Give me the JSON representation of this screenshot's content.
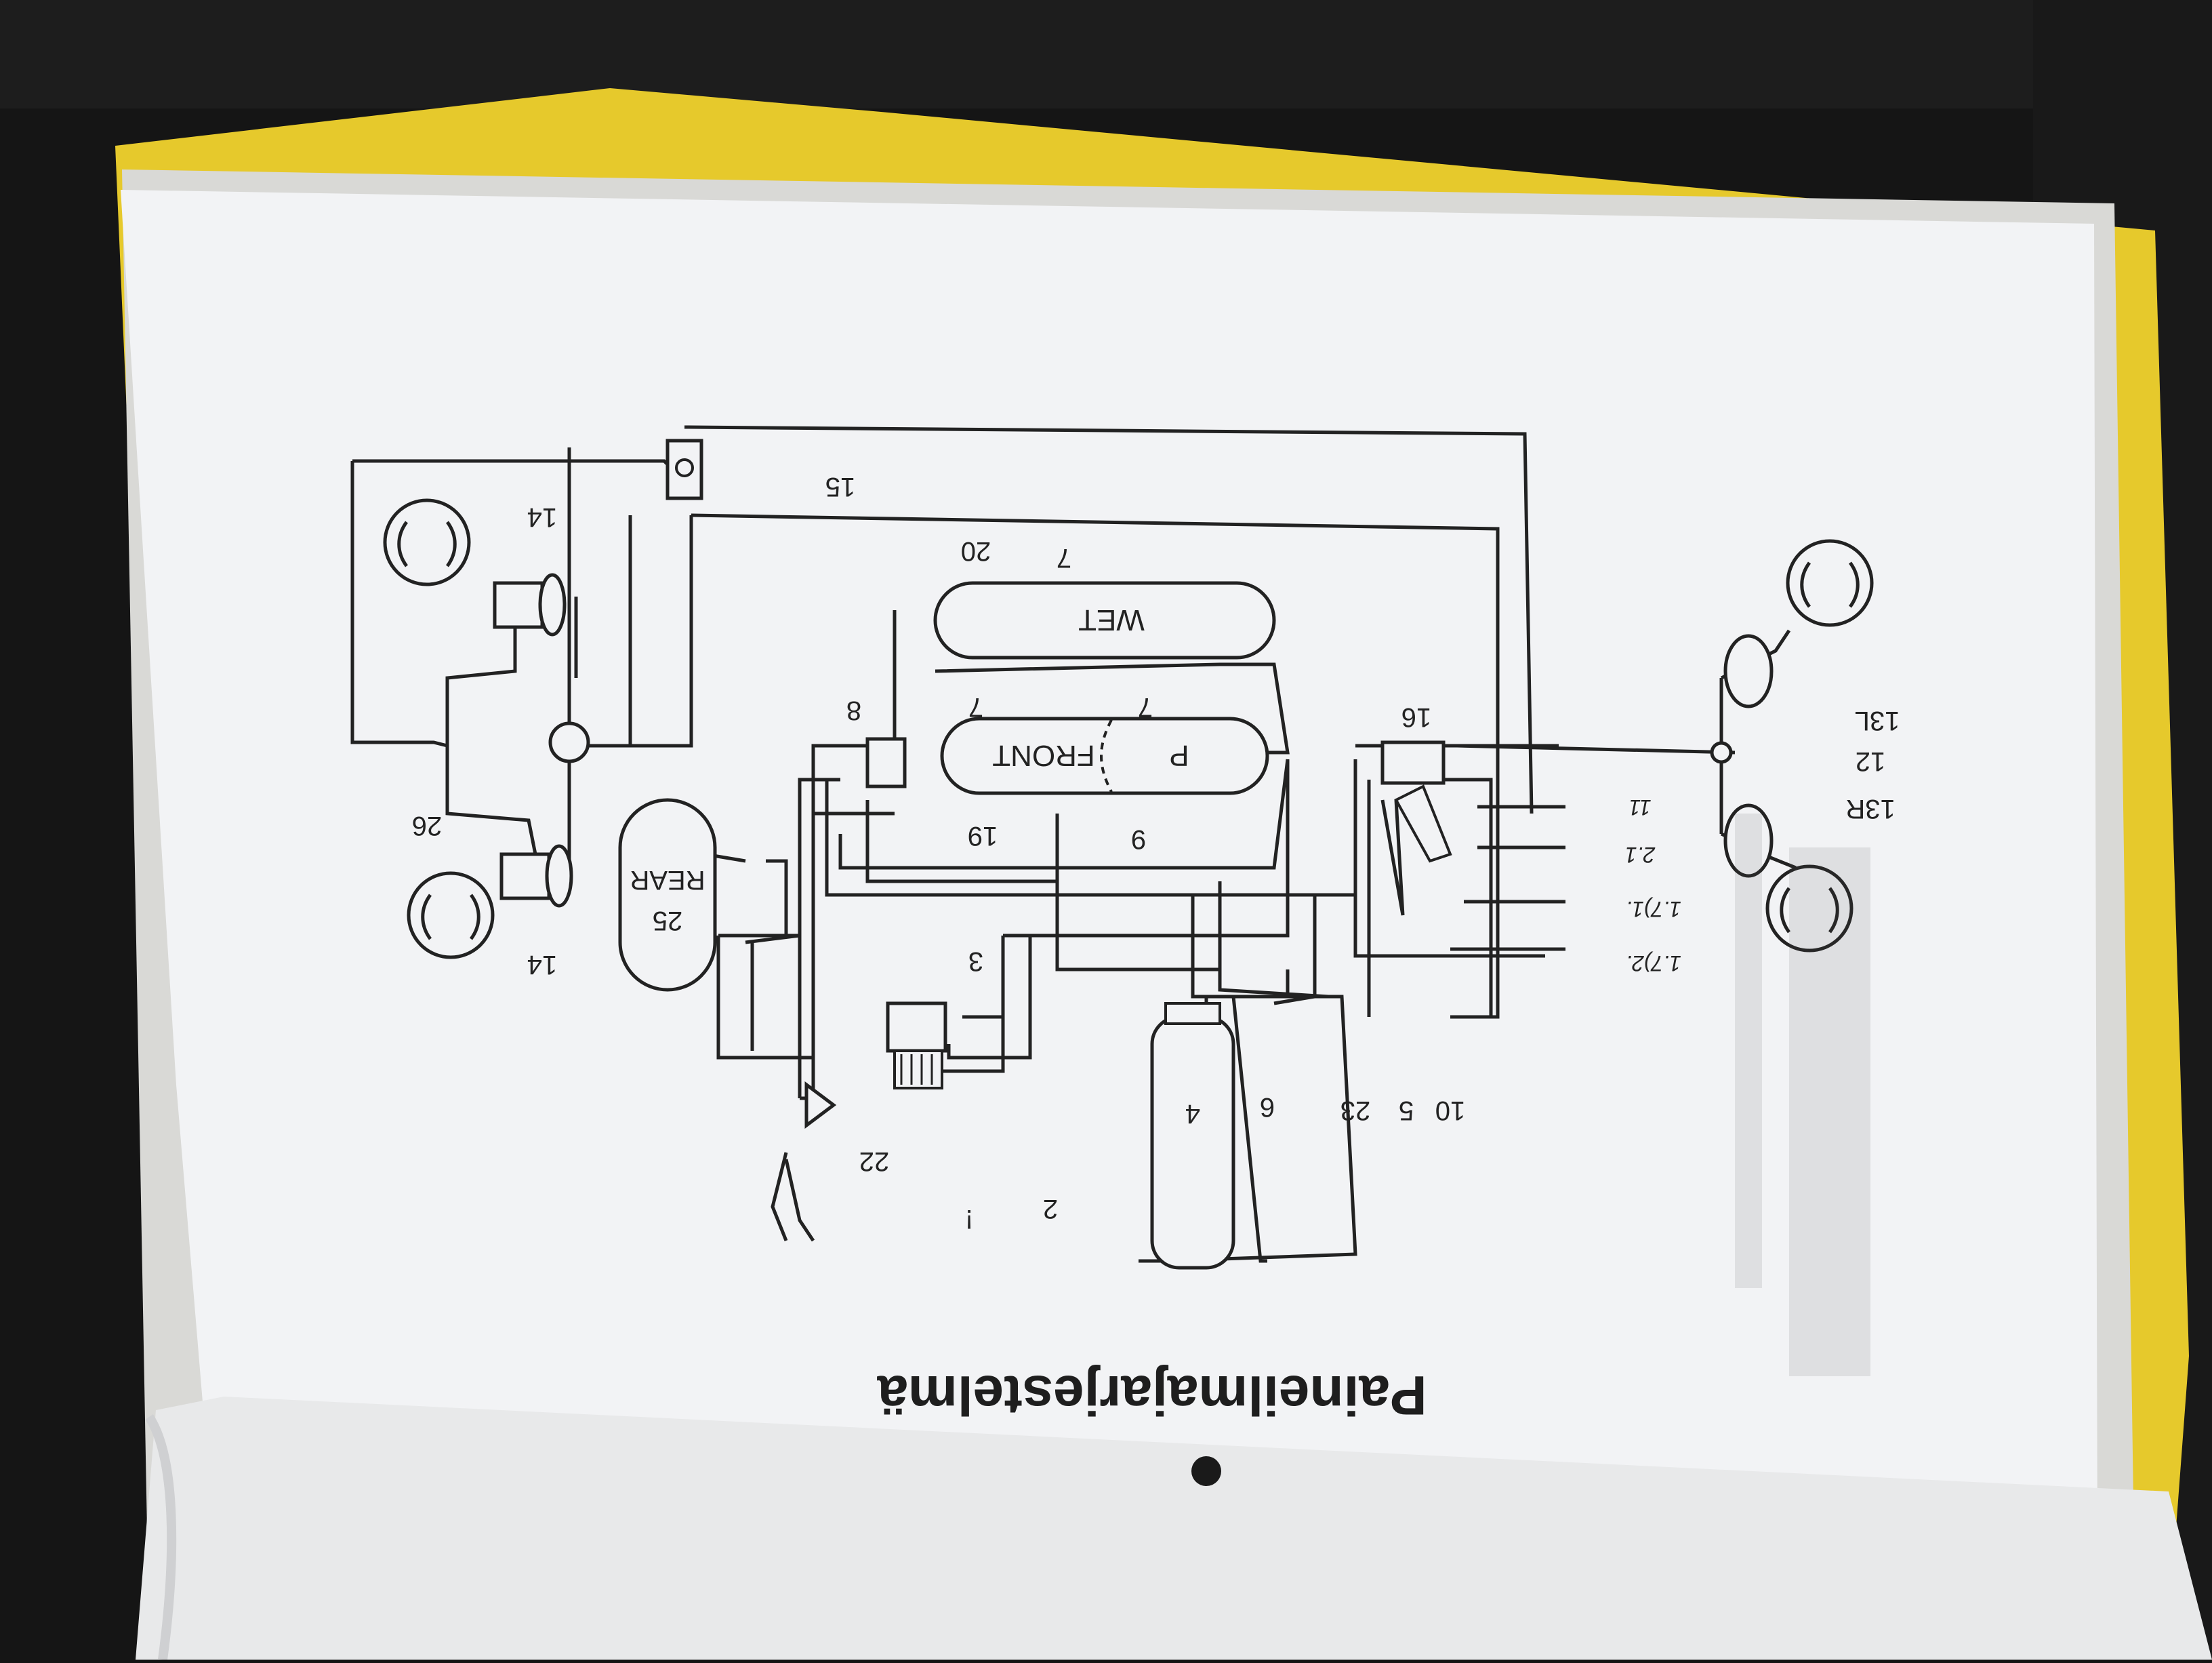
{
  "page": {
    "title": "Paineilmajarjestelmä"
  },
  "components": {
    "front_tank": {
      "label": "FRONT",
      "mark": "P"
    },
    "wet_tank": {
      "label": "WET"
    },
    "rear_tank": {
      "label": "REAR"
    }
  },
  "callouts": {
    "c1": "15",
    "c2": "14",
    "c3": "14",
    "c4": "20",
    "c5": "7",
    "c6": "7",
    "c7": "7",
    "c8": "8",
    "c9": "16",
    "c10": "13L",
    "c11": "12",
    "c12": "13R",
    "c13": "19",
    "c14": "9",
    "c15": "25",
    "c16": "26",
    "c17": "3",
    "c18": "4",
    "c19": "6",
    "c20": "23",
    "c21": "5",
    "c22": "10",
    "c23": "22",
    "c24": "2",
    "c25": "!"
  },
  "handwritten": {
    "h1": "11",
    "h2": "2.1",
    "h3": "1.7)1.",
    "h4": "1.7)2."
  },
  "colors": {
    "background": "#141414",
    "paper": "#f2f3f5",
    "folder": "#e7cb2c",
    "ink": "#222222"
  }
}
